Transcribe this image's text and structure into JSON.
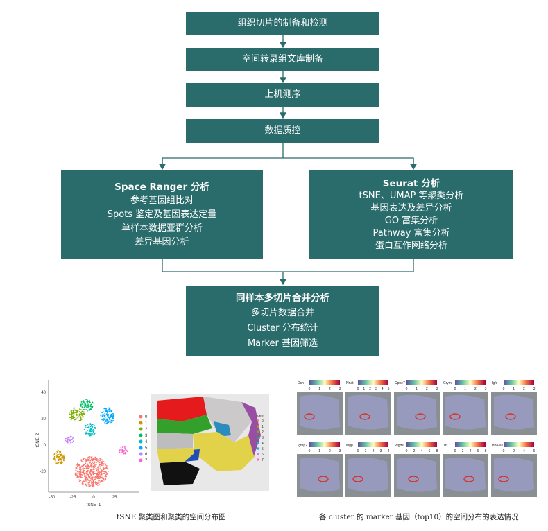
{
  "flow": {
    "step1": "组织切片的制备和检测",
    "step2": "空间转录组文库制备",
    "step3": "上机测序",
    "step4": "数据质控",
    "left": {
      "title": "Space Ranger 分析",
      "items": [
        "参考基因组比对",
        "Spots 鉴定及基因表达定量",
        "单样本数据亚群分析",
        "差异基因分析"
      ]
    },
    "right": {
      "title": "Seurat 分析",
      "items": [
        "tSNE、UMAP 等聚类分析",
        "基因表达及差异分析",
        "GO 富集分析",
        "Pathway 富集分析",
        "蛋白互作网络分析"
      ]
    },
    "merge": {
      "title": "同样本多切片合并分析",
      "items": [
        "多切片数据合并",
        "Cluster 分布统计",
        "Marker 基因筛选"
      ]
    }
  },
  "figure_left": {
    "xlabel": "tSNE_1",
    "ylabel": "tSNE_2",
    "xticks": [
      "-50",
      "-25",
      "0",
      "25"
    ],
    "yticks": [
      "40",
      "20",
      "0",
      "-20"
    ],
    "legend": [
      "0",
      "1",
      "2",
      "3",
      "4",
      "5",
      "6",
      "7"
    ],
    "legend_colors": [
      "#f8766d",
      "#cd9600",
      "#7cae00",
      "#00be67",
      "#00bfc4",
      "#00a9ff",
      "#c77cff",
      "#ff61cc"
    ],
    "spatial_legend_title": "ident",
    "caption": "tSNE 聚类图和聚类的空间分布图"
  },
  "figure_right": {
    "genes": [
      "Dcn",
      "Nnat",
      "Cpne7",
      "Crym",
      "Igfc",
      "Igfbp2",
      "Mgp",
      "Ptgds",
      "Ttr",
      "Hba-a1"
    ],
    "scales": [
      [
        "0",
        "1",
        "2",
        "3"
      ],
      [
        "0",
        "1",
        "2",
        "3",
        "4",
        "5"
      ],
      [
        "0",
        "1",
        "2",
        "3"
      ],
      [
        "0",
        "1",
        "2",
        "3"
      ],
      [
        "0",
        "1",
        "2",
        "3"
      ],
      [
        "0",
        "1",
        "2",
        "3"
      ],
      [
        "0",
        "1",
        "2",
        "3",
        "4"
      ],
      [
        "0",
        "2",
        "4",
        "6",
        "8"
      ],
      [
        "0",
        "2",
        "4",
        "6",
        "8"
      ],
      [
        "0",
        "2",
        "4",
        "6"
      ]
    ],
    "caption": "各 cluster 的 marker 基因（top10）的空间分布的表达情况"
  }
}
